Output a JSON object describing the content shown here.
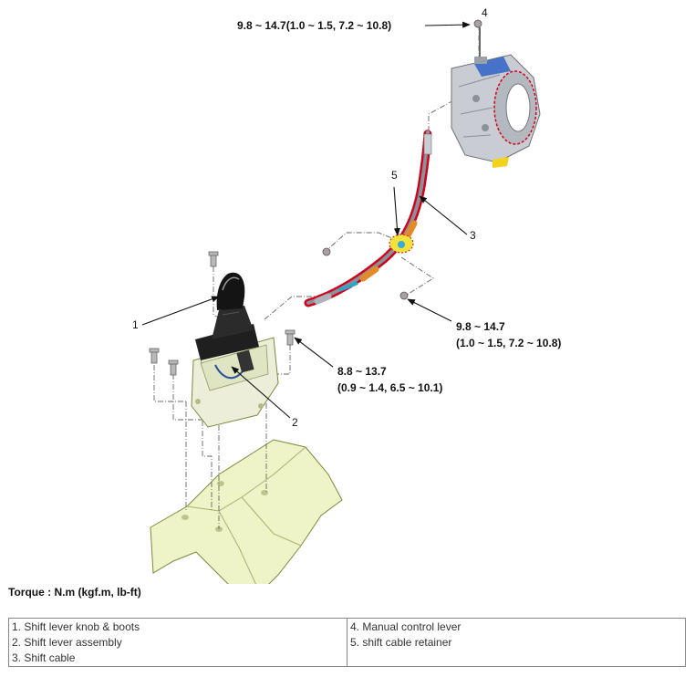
{
  "callouts": {
    "c1": "1",
    "c2": "2",
    "c3": "3",
    "c4": "4",
    "c5": "5"
  },
  "torques": {
    "manual_lever_nut": "9.8 ~ 14.7(1.0 ~ 1.5, 7.2 ~ 10.8)",
    "retainer_nut_line1": "9.8 ~ 14.7",
    "retainer_nut_line2": "(1.0 ~ 1.5, 7.2 ~ 10.8)",
    "lever_bolt_line1": "8.8 ~ 13.7",
    "lever_bolt_line2": "(0.9 ~ 1.4, 6.5 ~ 10.1)"
  },
  "torque_caption": "Torque : N.m (kgf.m, lb-ft)",
  "legend": {
    "left": [
      "1. Shift lever knob & boots",
      "2. Shift lever assembly",
      "3. Shift cable"
    ],
    "right": [
      "4. Manual control lever",
      "5. shift cable retainer"
    ]
  },
  "colors": {
    "floor_panel": "#eef3c8",
    "cable_highlight": "#d0021b",
    "cable_boot": "#e38a2a",
    "retainer": "#f3e23a",
    "transaxle_body": "#c9ccd2"
  }
}
